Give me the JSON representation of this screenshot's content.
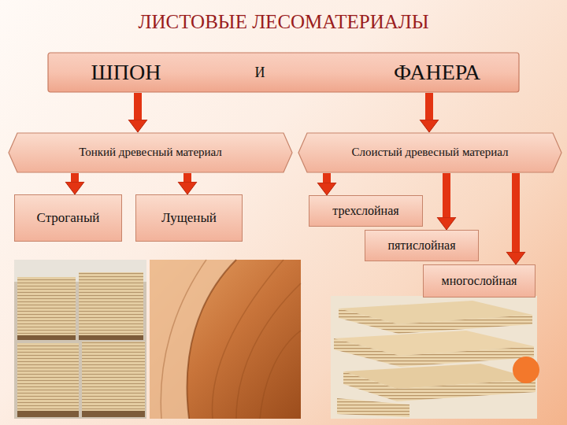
{
  "diagram": {
    "title": "ЛИСТОВЫЕ ЛЕСОМАТЕРИАЛЫ",
    "nodes": [
      {
        "text": [
          "ШПОН",
          "И",
          "ФАНЕРА"
        ]
      },
      {
        "text": [
          "Тонкий древесный материал"
        ]
      },
      {
        "text": [
          "Слоистый древесный материал"
        ]
      },
      {
        "text": [
          "Строганый"
        ]
      },
      {
        "text": [
          "Лущеный"
        ]
      },
      {
        "text": [
          "трехслойная"
        ]
      },
      {
        "text": [
          "пятислойная"
        ]
      },
      {
        "text": [
          "многослойная"
        ]
      }
    ],
    "edges": [
      {
        "from": 0,
        "to": 1,
        "arrow": "to"
      },
      {
        "from": 0,
        "to": 2,
        "arrow": "to"
      },
      {
        "from": 1,
        "to": 3,
        "arrow": "to"
      },
      {
        "from": 1,
        "to": 4,
        "arrow": "to"
      },
      {
        "from": 2,
        "to": 5,
        "arrow": "to"
      },
      {
        "from": 2,
        "to": 6,
        "arrow": "to"
      },
      {
        "from": 2,
        "to": 7,
        "arrow": "to"
      }
    ]
  }
}
